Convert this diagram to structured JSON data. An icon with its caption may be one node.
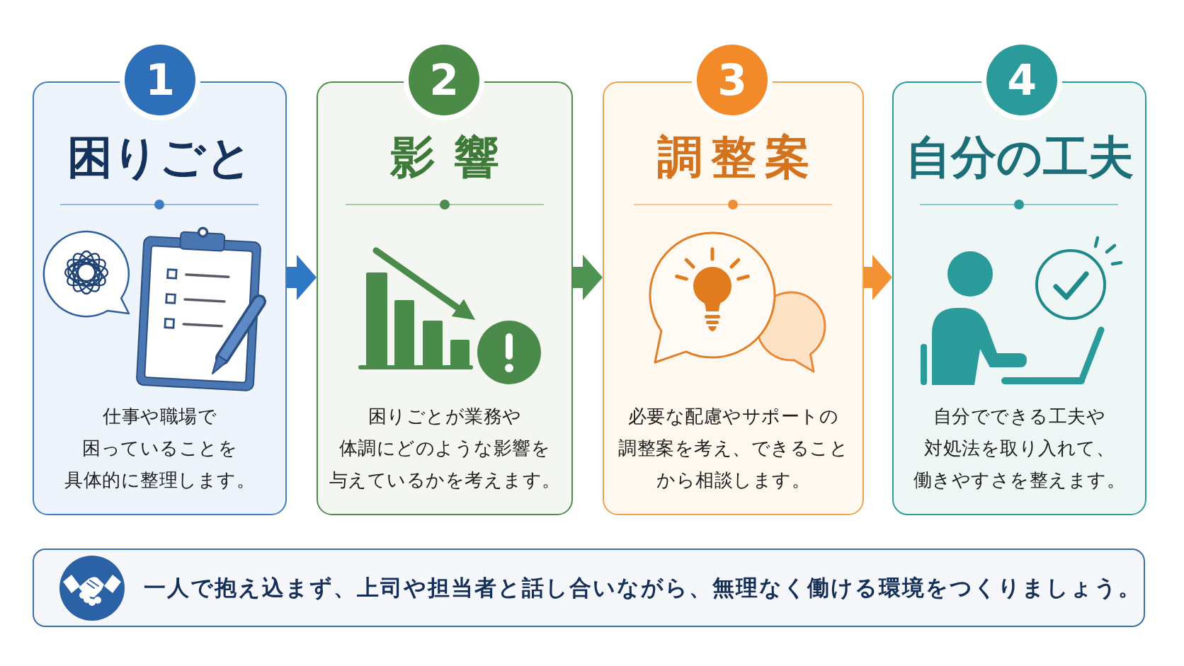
{
  "diagram": {
    "nodes": [
      {
        "text": [
          "1"
        ]
      },
      {
        "text": [
          "困りごと",
          "仕事や職場で困っていることを具体的に整理します。"
        ]
      },
      {
        "text": [
          "2"
        ]
      },
      {
        "text": [
          "影響",
          "困りごとが業務や体調にどのような影響を与えているかを考えます。"
        ]
      },
      {
        "text": [
          "3"
        ]
      },
      {
        "text": [
          "調整案",
          "必要な配慮やサポートの調整案を考え、できることから相談します。"
        ]
      },
      {
        "text": [
          "4"
        ]
      },
      {
        "text": [
          "自分の工夫",
          "自分でできる工夫や対処法を取り入れて、働きやすさを整えます。"
        ]
      },
      {
        "text": [
          "一人で抱え込まず、上司や担当者と話し合いながら、無理なく働ける環境をつくりましょう。"
        ]
      }
    ],
    "edges": [
      {
        "from": 1,
        "to": 3,
        "arrow": "to",
        "color": "#2f78c4"
      },
      {
        "from": 3,
        "to": 5,
        "arrow": "to",
        "color": "#4f9352"
      },
      {
        "from": 5,
        "to": 7,
        "arrow": "to",
        "color": "#f39233"
      }
    ]
  }
}
